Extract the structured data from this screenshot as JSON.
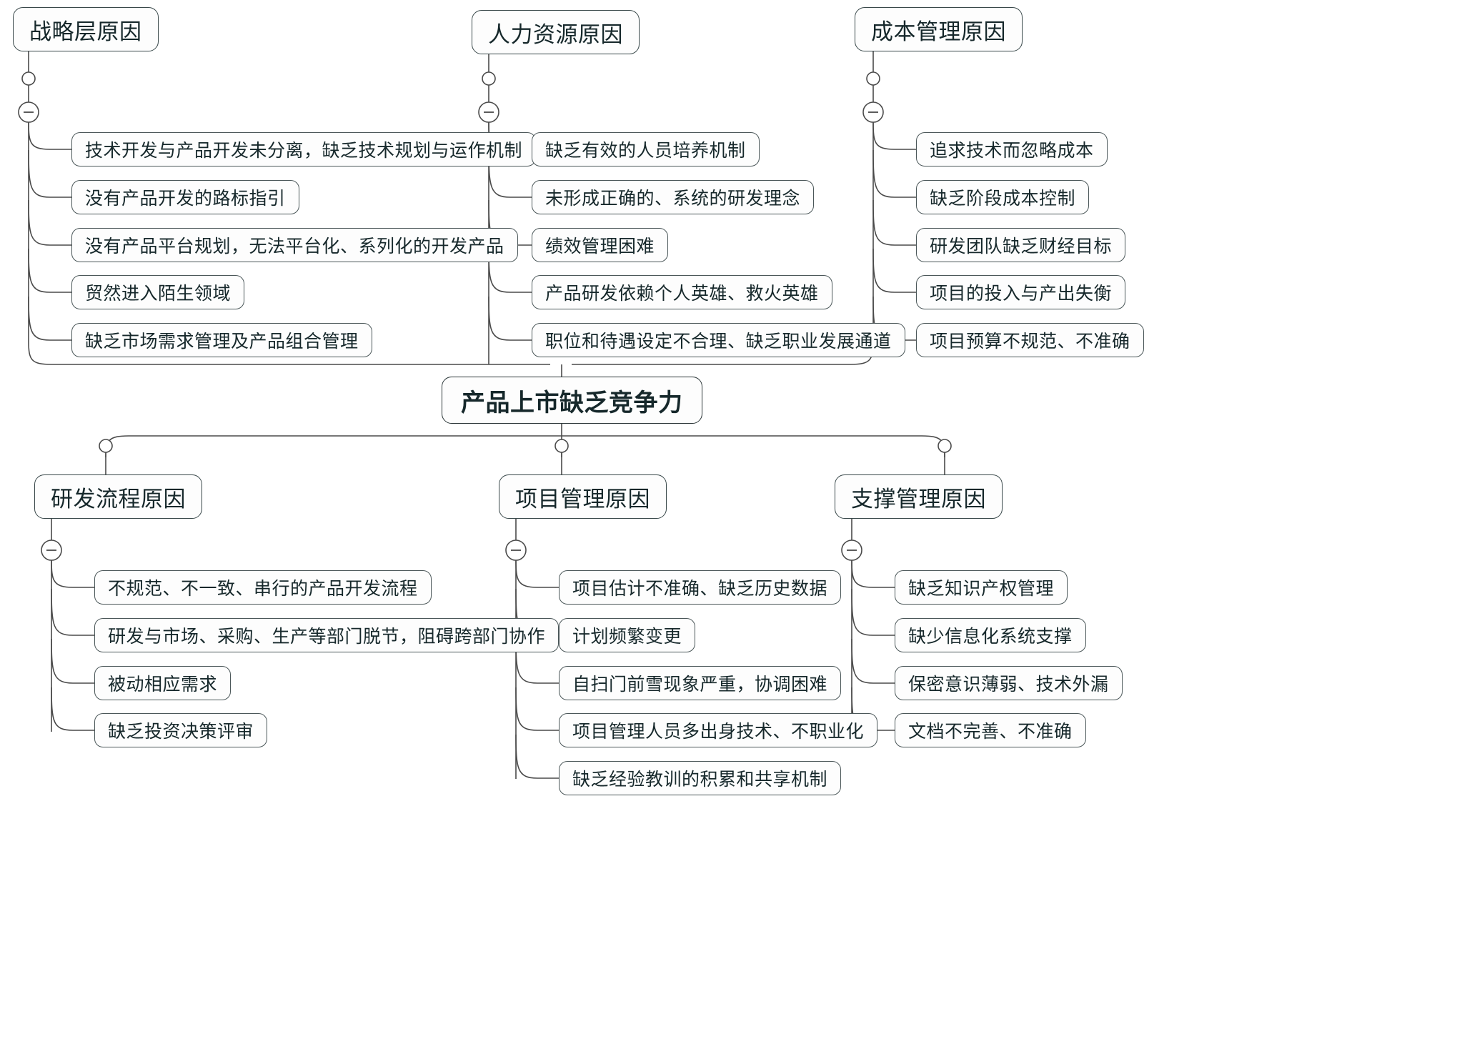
{
  "diagram": {
    "type": "mindmap",
    "center": {
      "label": "产品上市缺乏竞争力"
    },
    "collapse_icon": "minus-circle-icon",
    "branches": [
      {
        "id": "strategy",
        "label": "战略层原因",
        "position": "top-left",
        "children": [
          {
            "label": "技术开发与产品开发未分离，缺乏技术规划与运作机制"
          },
          {
            "label": "没有产品开发的路标指引"
          },
          {
            "label": "没有产品平台规划，无法平台化、系列化的开发产品"
          },
          {
            "label": "贸然进入陌生领域"
          },
          {
            "label": "缺乏市场需求管理及产品组合管理"
          }
        ]
      },
      {
        "id": "hr",
        "label": "人力资源原因",
        "position": "top-center",
        "children": [
          {
            "label": "缺乏有效的人员培养机制"
          },
          {
            "label": "未形成正确的、系统的研发理念"
          },
          {
            "label": "绩效管理困难"
          },
          {
            "label": "产品研发依赖个人英雄、救火英雄"
          },
          {
            "label": "职位和待遇设定不合理、缺乏职业发展通道"
          }
        ]
      },
      {
        "id": "cost",
        "label": "成本管理原因",
        "position": "top-right",
        "children": [
          {
            "label": "追求技术而忽略成本"
          },
          {
            "label": "缺乏阶段成本控制"
          },
          {
            "label": "研发团队缺乏财经目标"
          },
          {
            "label": "项目的投入与产出失衡"
          },
          {
            "label": "项目预算不规范、不准确"
          }
        ]
      },
      {
        "id": "rdprocess",
        "label": "研发流程原因",
        "position": "bottom-left",
        "children": [
          {
            "label": "不规范、不一致、串行的产品开发流程"
          },
          {
            "label": "研发与市场、采购、生产等部门脱节，阻碍跨部门协作"
          },
          {
            "label": "被动相应需求"
          },
          {
            "label": "缺乏投资决策评审"
          }
        ]
      },
      {
        "id": "projectmgmt",
        "label": "项目管理原因",
        "position": "bottom-center",
        "children": [
          {
            "label": "项目估计不准确、缺乏历史数据"
          },
          {
            "label": "计划频繁变更"
          },
          {
            "label": "自扫门前雪现象严重，协调困难"
          },
          {
            "label": "项目管理人员多出身技术、不职业化"
          },
          {
            "label": "缺乏经验教训的积累和共享机制"
          }
        ]
      },
      {
        "id": "support",
        "label": "支撑管理原因",
        "position": "bottom-right",
        "children": [
          {
            "label": "缺乏知识产权管理"
          },
          {
            "label": "缺少信息化系统支撑"
          },
          {
            "label": "保密意识薄弱、技术外漏"
          },
          {
            "label": "文档不完善、不准确"
          }
        ]
      }
    ],
    "colors": {
      "background": "#ffffff",
      "node_fill": "#fdfdfd",
      "node_stroke": "#3d4a4a",
      "line": "#4a4a4a",
      "text": "#16282b"
    }
  }
}
